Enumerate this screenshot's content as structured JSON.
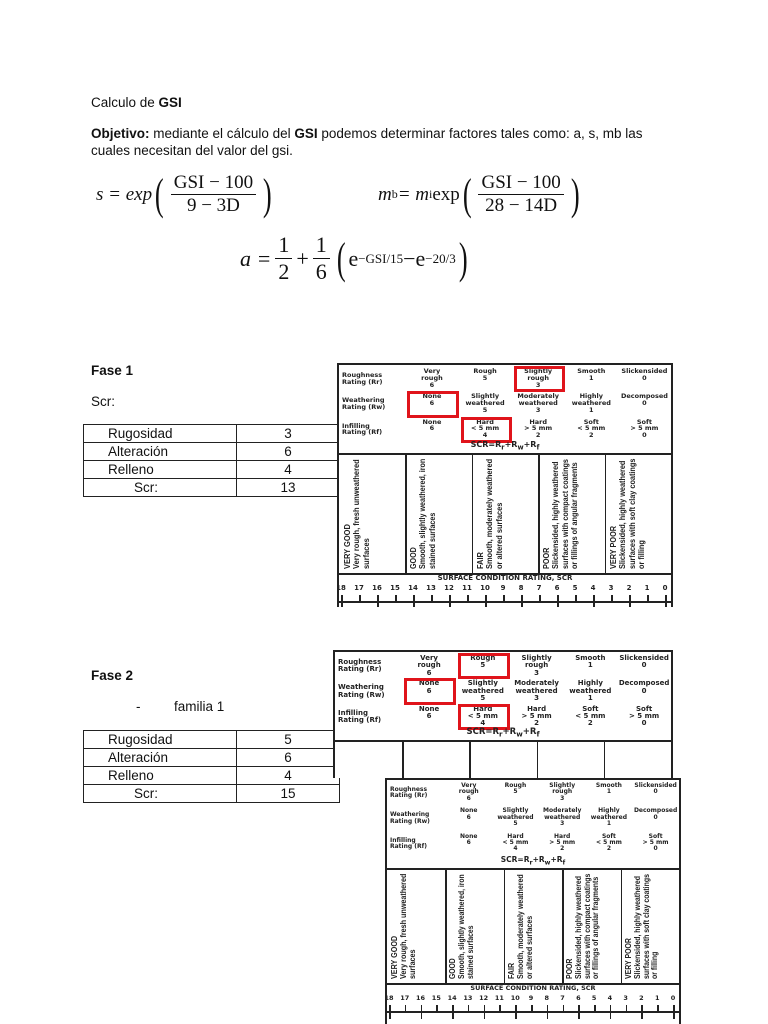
{
  "doc": {
    "title_prefix": "Calculo de ",
    "title_bold": "GSI",
    "objective_label": "Objetivo:",
    "objective_text_1": " mediante el cálculo del ",
    "objective_gsi": "GSI",
    "objective_text_2": " podemos determinar factores tales como: a, s, mb las",
    "objective_line2": "cuales necesitan del valor del gsi."
  },
  "formulas": {
    "s": {
      "lhs": "s = exp",
      "num": "GSI − 100",
      "den": "9 − 3D"
    },
    "mb": {
      "lhs": "m",
      "lhs_sub": "b",
      "mid": " = m",
      "mid_sub": "i",
      "exp": " exp",
      "num": "GSI − 100",
      "den": "28 − 14D"
    },
    "a": {
      "lhs": "a =",
      "f1_num": "1",
      "f1_den": "2",
      "plus": "+",
      "f2_num": "1",
      "f2_den": "6",
      "e1": "e",
      "e1_sup": "−GSI/15",
      "minus": " − ",
      "e2": "e",
      "e2_sup": "−20/3"
    }
  },
  "fase1": {
    "heading": "Fase 1",
    "sub": "Scr:",
    "rows": [
      [
        "Rugosidad",
        "3"
      ],
      [
        "Alteración",
        "6"
      ],
      [
        "Relleno",
        "4"
      ],
      [
        "Scr:",
        "13"
      ]
    ]
  },
  "fase2": {
    "heading": "Fase 2",
    "bullet": "-",
    "sub": "familia 1",
    "rows": [
      [
        "Rugosidad",
        "5"
      ],
      [
        "Alteración",
        "6"
      ],
      [
        "Relleno",
        "4"
      ],
      [
        "Scr:",
        "15"
      ]
    ]
  },
  "scr_chart": {
    "rows": [
      {
        "label": [
          "Roughness",
          "Rating (Rr)"
        ],
        "options": [
          [
            "Very",
            "rough",
            "6"
          ],
          [
            "Rough",
            "5"
          ],
          [
            "Slightly",
            "rough",
            "3"
          ],
          [
            "Smooth",
            "1"
          ],
          [
            "Slickensided",
            "0"
          ]
        ]
      },
      {
        "label": [
          "Weathering",
          "Rating (Rw)"
        ],
        "options": [
          [
            "None",
            "6"
          ],
          [
            "Slightly",
            "weathered",
            "5"
          ],
          [
            "Moderately",
            "weathered",
            "3"
          ],
          [
            "Highly",
            "weathered",
            "1"
          ],
          [
            "Decomposed",
            "0"
          ]
        ]
      },
      {
        "label": [
          "Infilling",
          "Rating (Rf)"
        ],
        "options": [
          [
            "None",
            "6"
          ],
          [
            "Hard",
            "< 5 mm",
            "4"
          ],
          [
            "Hard",
            "> 5 mm",
            "2"
          ],
          [
            "Soft",
            "< 5 mm",
            "2"
          ],
          [
            "Soft",
            "> 5 mm",
            "0"
          ]
        ]
      }
    ],
    "formula": "SCR=Rr+Rw+Rf",
    "classes": [
      [
        "VERY GOOD",
        "Very rough, fresh unweathered",
        "surfaces"
      ],
      [
        "GOOD",
        "Smooth, slightly weathered, iron",
        "stained surfaces"
      ],
      [
        "FAIR",
        "Smooth, moderately weathered",
        "or altered surfaces"
      ],
      [
        "POOR",
        "Slickensided, highly weathered",
        "surfaces with compact coatings",
        "or fillings of angular fragments"
      ],
      [
        "VERY POOR",
        "Slickensided, highly weathered",
        "surfaces with soft clay coatings",
        "or filling"
      ]
    ],
    "scale_title": "SURFACE CONDITION RATING, SCR",
    "scale": [
      "18",
      "17",
      "16",
      "15",
      "14",
      "13",
      "12",
      "11",
      "10",
      "9",
      "8",
      "7",
      "6",
      "5",
      "4",
      "3",
      "2",
      "1",
      "0"
    ],
    "highlight_color": "#e0141b",
    "fase1_selected": {
      "roughness": "Slightly rough 3",
      "weathering": "None 6",
      "infilling": "Hard < 5 mm 4"
    },
    "fase2_selected": {
      "roughness": "Rough 5",
      "weathering": "None 6",
      "infilling": "Hard < 5 mm 4"
    }
  }
}
